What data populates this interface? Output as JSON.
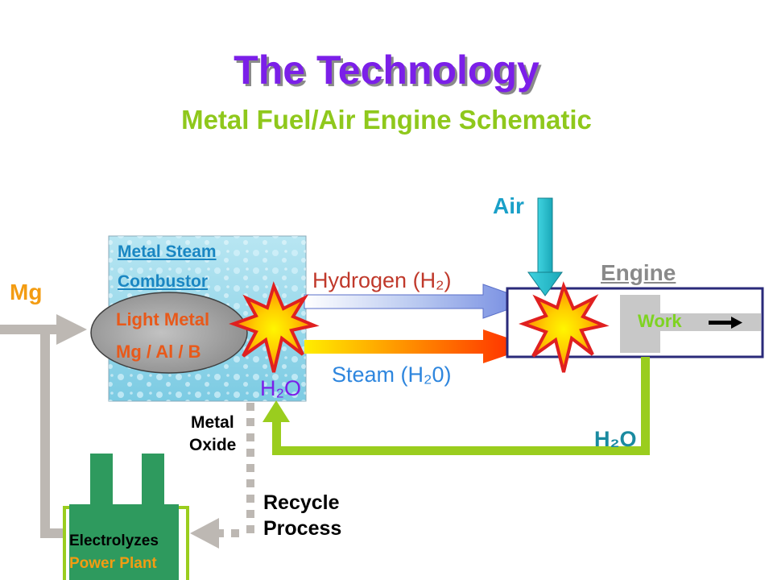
{
  "title": "The Technology",
  "subtitle": "Metal Fuel/Air Engine Schematic",
  "labels": {
    "air": "Air",
    "engine": "Engine",
    "mg": "Mg",
    "combustor_line1": "Metal Steam",
    "combustor_line2": "Combustor",
    "light_metal": "Light Metal",
    "metals": "Mg / Al / B",
    "h2o_combustor": "H₂O",
    "hydrogen": "Hydrogen (H₂)",
    "steam": "Steam (H₂0)",
    "work": "Work",
    "h2o_return": "H₂O",
    "metal_oxide_line1": "Metal",
    "metal_oxide_line2": "Oxide",
    "recycle_line1": "Recycle",
    "recycle_line2": "Process",
    "plant_line1": "Electrolyzes",
    "plant_line2": "Power Plant"
  },
  "colors": {
    "title": "#7b1fe8",
    "subtitle": "#8fc81c",
    "air": "#1aa0c8",
    "engine_border": "#2a2a7a",
    "mg": "#f39c12",
    "hydrogen": "#c0392b",
    "steam": "#2e86de",
    "work": "#7ed321",
    "water_return": "#9acd1e",
    "recycle_gray": "#bdb8b3",
    "plant_green": "#2e9a5e"
  }
}
